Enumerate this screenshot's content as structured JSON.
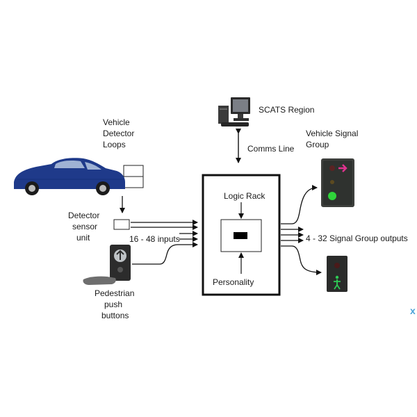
{
  "labels": {
    "scats_region": "SCATS Region",
    "comms_line": "Comms Line",
    "vehicle_signal_group": [
      "Vehicle Signal",
      "Group"
    ],
    "vehicle_detector_loops": [
      "Vehicle",
      "Detector",
      "Loops"
    ],
    "detector_sensor_unit": [
      "Detector",
      "sensor",
      "unit"
    ],
    "inputs": "16 - 48 inputs",
    "logic_rack": "Logic Rack",
    "personality": "Personality",
    "outputs": "4 - 32 Signal Group outputs",
    "pedestrian_push_buttons": [
      "Pedestrian",
      "push",
      "buttons"
    ],
    "close_mark": "x"
  },
  "icons": {
    "computer": "computer-icon",
    "car": "car-icon",
    "vehicle_signal": "traffic-signal-icon",
    "pedestrian_signal": "pedestrian-signal-icon",
    "push_button": "push-button-icon"
  },
  "colors": {
    "car_body": "#1f3a8a",
    "signal_arrow": "#e0338f",
    "signal_green": "#2fd33a",
    "walk_green": "#2ecc55",
    "close_mark": "#4aa3d8"
  }
}
